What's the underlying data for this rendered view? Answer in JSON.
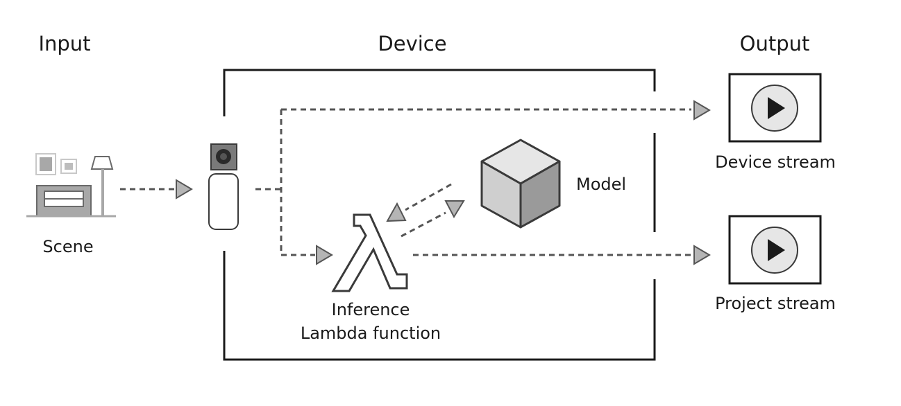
{
  "headers": {
    "input": "Input",
    "device": "Device",
    "output": "Output"
  },
  "labels": {
    "scene": "Scene",
    "model": "Model",
    "inference_line1": "Inference",
    "inference_line2": "Lambda function",
    "device_stream": "Device stream",
    "project_stream": "Project stream"
  },
  "colors": {
    "line": "#1a1a1a",
    "dash": "#555555",
    "arrow_fill": "#b5b5b5",
    "cube_light": "#e6e6e6",
    "cube_mid": "#cfcfcf",
    "cube_dark": "#9a9a9a",
    "scene_gray": "#a8a8a8"
  },
  "icons": [
    "scene-icon",
    "camera-device-icon",
    "lambda-icon",
    "model-cube-icon",
    "play-icon"
  ]
}
